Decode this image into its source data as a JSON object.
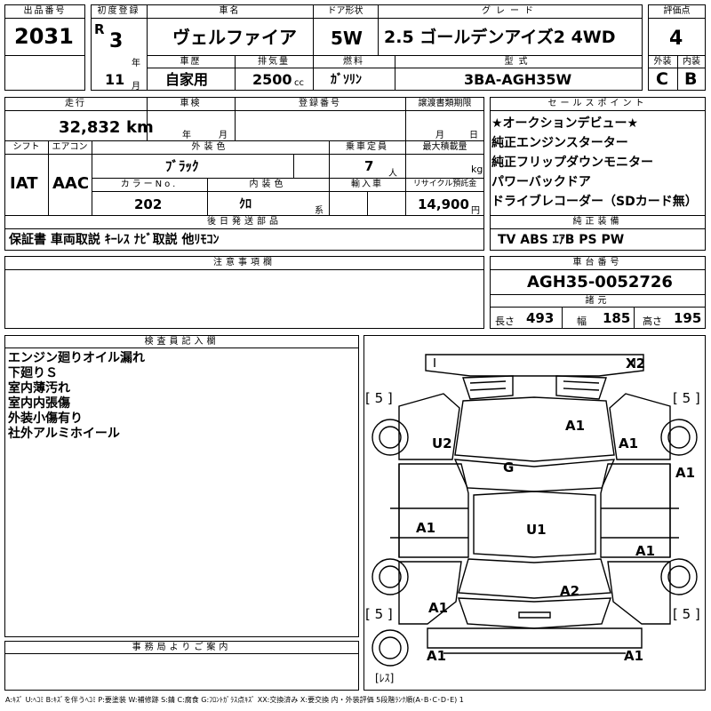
{
  "header": {
    "lot_no_label": "出品番号",
    "lot_no": "2031",
    "first_reg_label": "初度登録",
    "era": "R",
    "year": "3",
    "year_unit": "年",
    "month": "11",
    "month_unit": "月",
    "car_name_label": "車名",
    "car_name": "ヴェルファイア",
    "door_label": "ドア形状",
    "door": "5W",
    "grade_label": "グレード",
    "grade": "2.5 ゴールデンアイズ2 4WD",
    "score_label": "評価点",
    "score": "4",
    "history_label": "車歴",
    "history": "自家用",
    "displacement_label": "排気量",
    "displacement": "2500",
    "displacement_unit": "cc",
    "fuel_label": "燃料",
    "fuel": "ｶﾞｿﾘﾝ",
    "model_label": "型式",
    "model": "3BA-AGH35W",
    "ext_label": "外装",
    "ext": "C",
    "int_label": "内装",
    "int": "B"
  },
  "info": {
    "mileage_label": "走行",
    "mileage": "32,832",
    "mileage_unit": "km",
    "inspection_label": "車検",
    "insp_year_unit": "年",
    "insp_month_unit": "月",
    "reg_no_label": "登録番号",
    "transfer_label": "譲渡書類期限",
    "transfer_month_unit": "月",
    "transfer_day_unit": "日",
    "shift_label": "シフト",
    "shift": "IAT",
    "ac_label": "エアコン",
    "ac": "AAC",
    "color_label": "外装色",
    "color": "ﾌﾞﾗｯｸ",
    "capacity_label": "乗車定員",
    "capacity": "7",
    "capacity_unit": "人",
    "load_label": "最大積載量",
    "load_unit": "kg",
    "color_no_label": "カラーNo.",
    "color_no": "202",
    "int_color_label": "内装色",
    "int_color": "ｸﾛ",
    "int_color_unit": "系",
    "import_label": "輸入車",
    "recycle_label": "リサイクル預託金",
    "recycle": "14,900",
    "recycle_unit": "円",
    "later_parts_label": "後日発送部品",
    "later_parts": "保証書 車両取説 ｷｰﾚｽ ﾅﾋﾞ取説 他ﾘﾓｺﾝ",
    "caution_label": "注意事項欄"
  },
  "sales_points": {
    "label": "セールスポイント",
    "items": [
      "★オークションデビュー★",
      "純正エンジンスターター",
      "純正フリップダウンモニター",
      "パワーバックドア",
      "ドライブレコーダー（SDカード無）"
    ]
  },
  "equipment": {
    "label": "純正装備",
    "value": "TV ABS ｴｱB PS PW"
  },
  "chassis": {
    "label": "車台番号",
    "value": "AGH35-0052726"
  },
  "dims": {
    "label": "諸元",
    "length_label": "長さ",
    "length": "493",
    "width_label": "幅",
    "width": "185",
    "height_label": "高さ",
    "height": "195"
  },
  "inspector": {
    "label": "検査員記入欄",
    "notes": [
      "エンジン廻りオイル漏れ",
      "下廻りＳ",
      "室内薄汚れ",
      "室内内張傷",
      "外装小傷有り",
      "社外アルミホイール"
    ]
  },
  "office": {
    "label": "事務局よりご案内"
  },
  "diagram": {
    "x2": "X2",
    "a1_a": "A1",
    "a1_b": "A1",
    "a1_c": "A1",
    "a1_d": "A1",
    "a1_e": "A1",
    "a1_f": "A1",
    "a1_g": "A1",
    "a1_h": "A1",
    "u2": "U2",
    "g": "G",
    "u1": "U1",
    "a2": "A2",
    "tire_fl": "[ 5 ]",
    "tire_fr": "[ 5 ]",
    "tire_rl": "[ 5 ]",
    "tire_rr": "[ 5 ]",
    "spare": "[ﾚｽ]"
  },
  "legend": "A:ｷｽﾞ U:ﾍｺﾐ B:ｷｽﾞを伴うﾍｺﾐ P:要塗装 W:補修跡 S:錆 C:腐食 G:ﾌﾛﾝﾄｶﾞﾗｽ点ｷｽﾞ XX:交換済み X:要交換 内・外装評価 5段階ﾗﾝｸ順(A･B･C･D･E) 1"
}
